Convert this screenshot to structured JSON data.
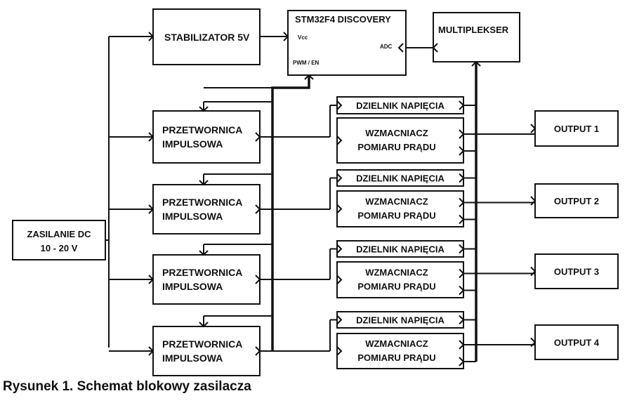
{
  "blocks": {
    "stabilizer": "STABILIZATOR 5V",
    "mcu": "STM32F4 DISCOVERY",
    "mcu_vcc": "Vcc",
    "mcu_adc": "ADC",
    "mcu_pwm": "PWM / EN",
    "mux": "MULTIPLEKSER",
    "power_in_line1": "ZASILANIE DC",
    "power_in_line2": "10 - 20 V"
  },
  "channels": [
    {
      "converter": [
        "PRZETWORNICA",
        "IMPULSOWA"
      ],
      "divider": "DZIELNIK NAPIĘCIA",
      "amp": [
        "WZMACNIACZ",
        "POMIARU PRĄDU"
      ],
      "output": "OUTPUT 1"
    },
    {
      "converter": [
        "PRZETWORNICA",
        "IMPULSOWA"
      ],
      "divider": "DZIELNIK NAPIĘCIA",
      "amp": [
        "WZMACNIACZ",
        "POMIARU PRĄDU"
      ],
      "output": "OUTPUT  2"
    },
    {
      "converter": [
        "PRZETWORNICA",
        "IMPULSOWA"
      ],
      "divider": "DZIELNIK NAPIĘCIA",
      "amp": [
        "WZMACNIACZ",
        "POMIARU PRĄDU"
      ],
      "output": "OUTPUT 3"
    },
    {
      "converter": [
        "PRZETWORNICA",
        "IMPULSOWA"
      ],
      "divider": "DZIELNIK NAPIĘCIA",
      "amp": [
        "WZMACNIACZ",
        "POMIARU PRĄDU"
      ],
      "output": "OUTPUT 4"
    }
  ],
  "caption": "Rysunek 1. Schemat blokowy zasilacza"
}
